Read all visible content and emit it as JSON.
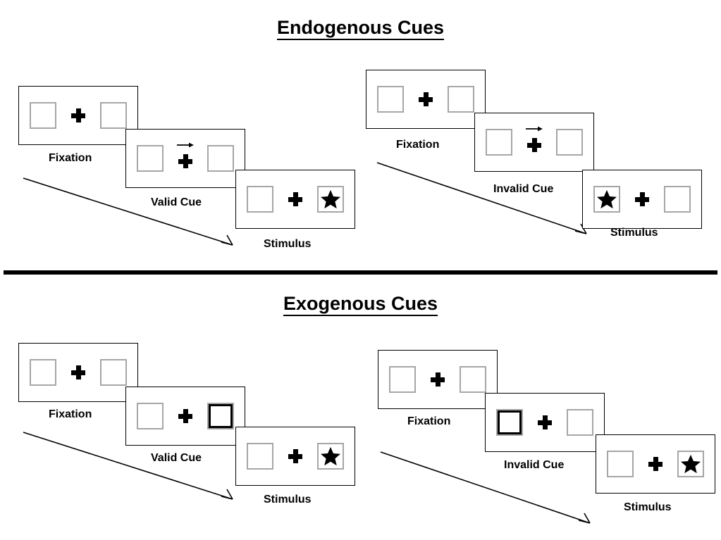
{
  "figure": {
    "title_top": "Endogenous Cues",
    "title_bottom": "Exogenous Cues",
    "colors": {
      "stroke": "#000000",
      "box_border": "#a6a6a6",
      "background": "#ffffff"
    }
  },
  "sections": [
    {
      "id": "endogenous",
      "title": "Endogenous Cues",
      "columns": [
        {
          "id": "endogenous-valid",
          "panels": [
            {
              "label": "Fixation",
              "cue": "none",
              "cue_side": "none",
              "target_side": "none"
            },
            {
              "label": "Valid Cue",
              "cue": "arrow-right",
              "cue_side": "right",
              "target_side": "none"
            },
            {
              "label": "Stimulus",
              "cue": "none",
              "cue_side": "none",
              "target_side": "right"
            }
          ]
        },
        {
          "id": "endogenous-invalid",
          "panels": [
            {
              "label": "Fixation",
              "cue": "none",
              "cue_side": "none",
              "target_side": "none"
            },
            {
              "label": "Invalid Cue",
              "cue": "arrow-right",
              "cue_side": "right",
              "target_side": "none"
            },
            {
              "label": "Stimulus",
              "cue": "none",
              "cue_side": "none",
              "target_side": "left"
            }
          ]
        }
      ]
    },
    {
      "id": "exogenous",
      "title": "Exogenous Cues",
      "columns": [
        {
          "id": "exogenous-valid",
          "panels": [
            {
              "label": "Fixation",
              "cue": "none",
              "cue_side": "none",
              "target_side": "none"
            },
            {
              "label": "Valid Cue",
              "cue": "box-highlight",
              "cue_side": "right",
              "target_side": "none"
            },
            {
              "label": "Stimulus",
              "cue": "none",
              "cue_side": "none",
              "target_side": "right"
            }
          ]
        },
        {
          "id": "exogenous-invalid",
          "panels": [
            {
              "label": "Fixation",
              "cue": "none",
              "cue_side": "none",
              "target_side": "none"
            },
            {
              "label": "Invalid Cue",
              "cue": "box-highlight",
              "cue_side": "left",
              "target_side": "none"
            },
            {
              "label": "Stimulus",
              "cue": "none",
              "cue_side": "none",
              "target_side": "right"
            }
          ]
        }
      ]
    }
  ],
  "labels": {
    "fixation": "Fixation",
    "valid_cue": "Valid Cue",
    "invalid_cue": "Invalid Cue",
    "stimulus": "Stimulus"
  },
  "icons": {
    "fixation_cross": "plus-icon",
    "target": "star-icon",
    "endogenous_cue": "arrow-right-icon",
    "time_flow": "time-arrow-icon"
  }
}
